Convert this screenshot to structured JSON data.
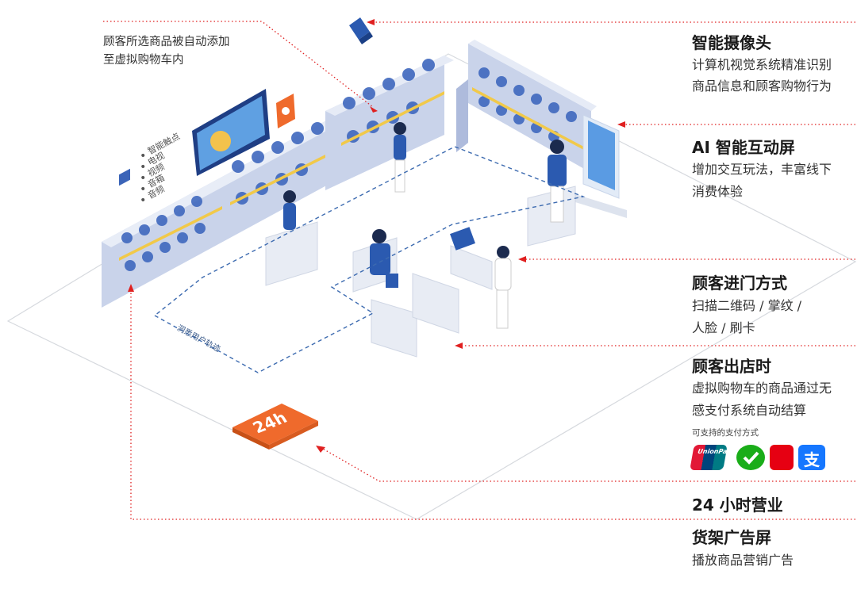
{
  "annotation_note": {
    "line1": "顾客所选商品被自动添加",
    "line2": "至虚拟购物车内"
  },
  "devices": [
    "智能触点",
    "电视",
    "视频",
    "音箱",
    "音频"
  ],
  "trajectory_label": "洞悉用户轨迹",
  "badge_24h": "24h",
  "features": [
    {
      "title": "智能摄像头",
      "desc": [
        "计算机视觉系统精准识别",
        "商品信息和顾客购物行为"
      ]
    },
    {
      "title": "AI 智能互动屏",
      "desc": [
        "增加交互玩法，丰富线下",
        "消费体验"
      ]
    },
    {
      "title": "顾客进门方式",
      "desc": [
        "扫描二维码 / 掌纹 /",
        "人脸 / 刷卡"
      ]
    },
    {
      "title": "顾客出店时",
      "desc": [
        "虚拟购物车的商品通过无",
        "感支付系统自动结算"
      ]
    },
    {
      "title": "24 小时营业",
      "desc": []
    },
    {
      "title": "货架广告屏",
      "desc": [
        "播放商品营销广告"
      ]
    }
  ],
  "payment": {
    "label": "可支持的支付方式",
    "methods": [
      {
        "name": "UnionPay 银联",
        "icon": "unionpay-icon",
        "color": "#e21836"
      },
      {
        "name": "WeChat Pay",
        "icon": "wechat-pay-icon",
        "color": "#1aad19"
      },
      {
        "name": "云闪付",
        "icon": "quickpass-icon",
        "color": "#e60012"
      },
      {
        "name": "支付宝",
        "icon": "alipay-icon",
        "color": "#1677ff"
      }
    ]
  },
  "colors": {
    "accent_red": "#e02020",
    "shelf_blue": "#2a5aa8",
    "badge_orange": "#ef6a2c"
  }
}
